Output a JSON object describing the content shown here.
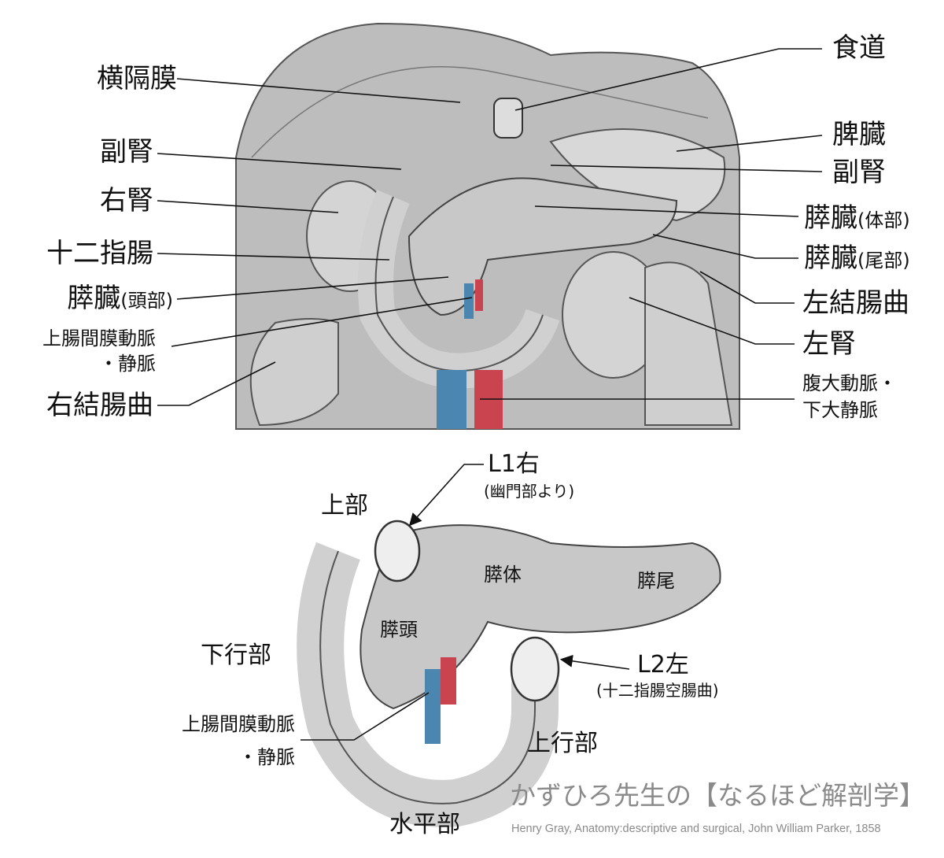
{
  "top_diagram": {
    "left_labels": {
      "diaphragm": "横隔膜",
      "right_adrenal": "副腎",
      "right_kidney": "右腎",
      "duodenum": "十二指腸",
      "pancreas_head": "膵臓",
      "pancreas_head_sub": "(頭部)",
      "sma_smv_1": "上腸間膜動脈",
      "sma_smv_2": "・静脈",
      "right_colic_flexure": "右結腸曲"
    },
    "right_labels": {
      "esophagus": "食道",
      "spleen": "脾臓",
      "left_adrenal": "副腎",
      "pancreas_body": "膵臓",
      "pancreas_body_sub": "(体部)",
      "pancreas_tail": "膵臓",
      "pancreas_tail_sub": "(尾部)",
      "left_colic_flexure": "左結腸曲",
      "left_kidney": "左腎",
      "aorta_ivc_1": "腹大動脈・",
      "aorta_ivc_2": "下大静脈"
    }
  },
  "bottom_diagram": {
    "l1_right": "L1右",
    "l1_note": "(幽門部より)",
    "superior_part": "上部",
    "pancreas_body": "膵体",
    "pancreas_tail": "膵尾",
    "pancreas_head": "膵頭",
    "descending_part": "下行部",
    "l2_left": "L2左",
    "l2_note": "(十二指腸空腸曲)",
    "sma_smv_1": "上腸間膜動脈",
    "sma_smv_2": "・静脈",
    "ascending_part": "上行部",
    "horizontal_part": "水平部"
  },
  "watermark": "かずひろ先生の【なるほど解剖学】",
  "credit": "Henry Gray, Anatomy:descriptive and surgical, John William Parker, 1858",
  "colors": {
    "artery": "#c9444f",
    "vein": "#4a86b0",
    "tissue": "#9a9a9a"
  }
}
